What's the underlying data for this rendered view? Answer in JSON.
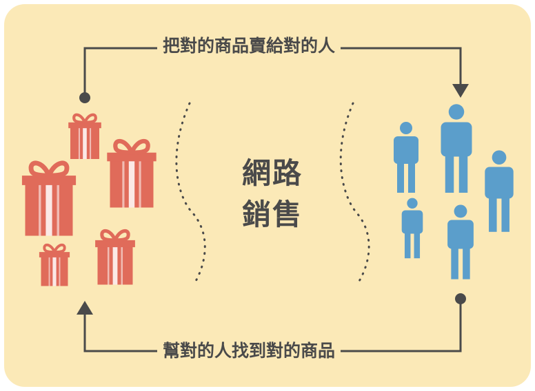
{
  "diagram": {
    "top_label": "把對的商品賣給對的人",
    "bottom_label": "幫對的人找到對的商品",
    "center_line1": "網路",
    "center_line2": "銷售",
    "icons": {
      "left_group": "gift-icon",
      "right_group": "person-icon"
    },
    "colors": {
      "background": "#fbe9b7",
      "gift": "#e06b5a",
      "person": "#5b9ecb",
      "line": "#4a4a4a"
    }
  }
}
